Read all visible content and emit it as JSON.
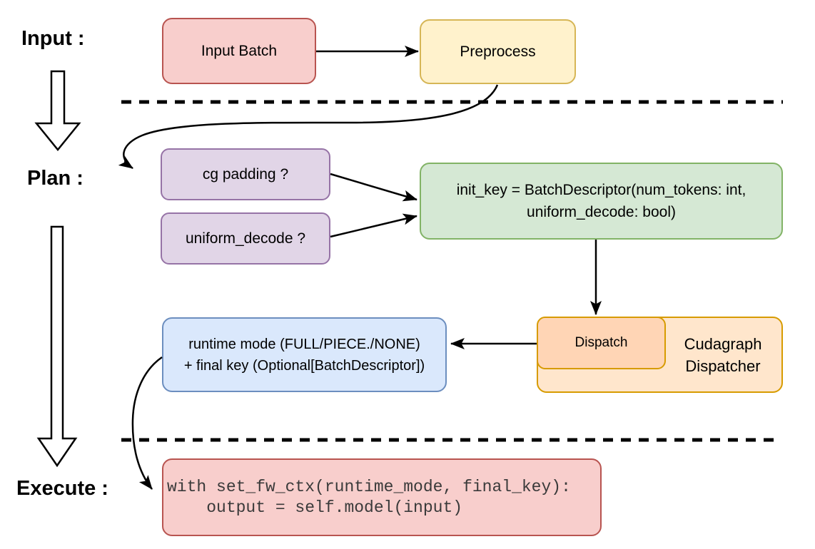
{
  "diagram": {
    "title_semantics": "cudagraph dispatch flow: input, plan, execute phases",
    "labels": {
      "input": "Input :",
      "plan": "Plan :",
      "execute": "Execute :"
    },
    "nodes": {
      "input_batch": {
        "label": "Input Batch",
        "fill": "#F8CECC",
        "stroke": "#B85450"
      },
      "preprocess": {
        "label": "Preprocess",
        "fill": "#FFF2CC",
        "stroke": "#D6B656"
      },
      "cg_padding": {
        "label": "cg padding ?",
        "fill": "#E1D5E7",
        "stroke": "#9673A6"
      },
      "uniform_decode": {
        "label": "uniform_decode ?",
        "fill": "#E1D5E7",
        "stroke": "#9673A6"
      },
      "init_key": {
        "line1": "init_key = BatchDescriptor(num_tokens: int,",
        "line2": "uniform_decode: bool)",
        "fill": "#D5E8D4",
        "stroke": "#82B366"
      },
      "dispatch": {
        "label": "Dispatch",
        "fill": "#FFD5B5",
        "stroke": "#D79B00"
      },
      "cudagraph_dispatcher": {
        "line1": "Cudagraph",
        "line2": "Dispatcher",
        "fill": "#FFE6CC",
        "stroke": "#D79B00"
      },
      "runtime": {
        "line1": "runtime mode (FULL/PIECE./NONE)",
        "line2": "+ final key (Optional[BatchDescriptor])",
        "fill": "#DAE8FC",
        "stroke": "#6C8EBF"
      },
      "execute_code": {
        "line1": "with set_fw_ctx(runtime_mode, final_key):",
        "line2": "    output = self.model(input)",
        "fill": "#F8CECC",
        "stroke": "#B85450"
      }
    },
    "connector_color": "#000000"
  }
}
